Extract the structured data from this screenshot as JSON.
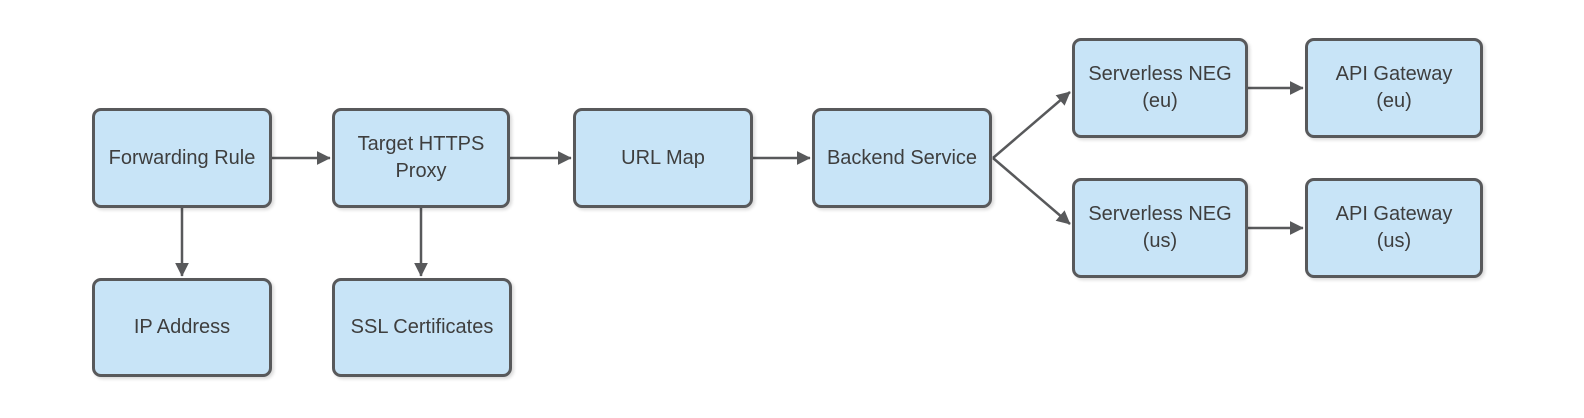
{
  "diagram": {
    "type": "flowchart",
    "background": "#ffffff",
    "colors": {
      "node_fill": "#c8e4f7",
      "node_border": "#58595b",
      "connector": "#58595b",
      "text": "#3e3e3e"
    },
    "nodes": {
      "forwarding_rule": {
        "line1": "Forwarding Rule"
      },
      "target_https_proxy": {
        "line1": "Target HTTPS",
        "line2": "Proxy"
      },
      "url_map": {
        "line1": "URL Map"
      },
      "backend_service": {
        "line1": "Backend Service"
      },
      "serverless_neg_eu": {
        "line1": "Serverless NEG",
        "line2": "(eu)"
      },
      "api_gateway_eu": {
        "line1": "API Gateway",
        "line2": "(eu)"
      },
      "serverless_neg_us": {
        "line1": "Serverless NEG",
        "line2": "(us)"
      },
      "api_gateway_us": {
        "line1": "API Gateway",
        "line2": "(us)"
      },
      "ip_address": {
        "line1": "IP Address"
      },
      "ssl_certificates": {
        "line1": "SSL Certificates"
      }
    },
    "edges": [
      {
        "from": "Forwarding Rule",
        "to": "Target HTTPS Proxy",
        "direction": "right"
      },
      {
        "from": "Target HTTPS Proxy",
        "to": "URL Map",
        "direction": "right"
      },
      {
        "from": "URL Map",
        "to": "Backend Service",
        "direction": "right"
      },
      {
        "from": "Backend Service",
        "to": "Serverless NEG (eu)",
        "direction": "up-right"
      },
      {
        "from": "Backend Service",
        "to": "Serverless NEG (us)",
        "direction": "down-right"
      },
      {
        "from": "Serverless NEG (eu)",
        "to": "API Gateway (eu)",
        "direction": "right"
      },
      {
        "from": "Serverless NEG (us)",
        "to": "API Gateway (us)",
        "direction": "right"
      },
      {
        "from": "Forwarding Rule",
        "to": "IP Address",
        "direction": "down"
      },
      {
        "from": "Target HTTPS Proxy",
        "to": "SSL Certificates",
        "direction": "down"
      }
    ]
  }
}
